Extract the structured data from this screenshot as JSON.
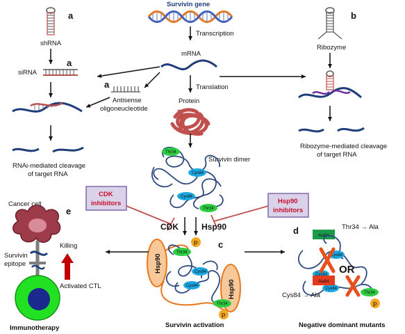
{
  "gene": {
    "title": "Survivin gene"
  },
  "center": {
    "transcription": "Transcription",
    "mrna": "mRNA",
    "translation": "Translation",
    "protein": "Protein",
    "dimer": "Survivin dimer",
    "activation": "Survivin activation",
    "cdk": "CDK",
    "hsp90": "Hsp90"
  },
  "rnai": {
    "letter_shrna": "a",
    "letter_sirna": "a",
    "letter_antisense": "a",
    "shrna": "shRNA",
    "sirna": "siRNA",
    "antisense_line1": "Antisense",
    "antisense_line2": "oligoneucleotide",
    "cleavage_line1": "RNAi-mediated cleavage",
    "cleavage_line2": "of target RNA"
  },
  "ribozyme": {
    "letter": "b",
    "label": "Ribozyme",
    "cleavage_line1": "Ribozyme-mediated cleavage",
    "cleavage_line2": "of target RNA"
  },
  "inhibitors": {
    "cdk_line1": "CDK",
    "cdk_line2": "inhibitors",
    "hsp90_line1": "Hsp90",
    "hsp90_line2": "inhibitors"
  },
  "labels": {
    "thr34": "Thr34",
    "cys84": "Cys84",
    "ala84": "Ala84",
    "hsp90": "Hsp90",
    "p": "p"
  },
  "activation": {
    "letter": "c"
  },
  "mutants": {
    "letter": "d",
    "thr": "Thr34 → Ala",
    "or": "OR",
    "cys": "Cys84 → Ala",
    "title": "Negative dominant mutants"
  },
  "immuno": {
    "letter": "e",
    "cancer_cell": "Cancer cell",
    "epitope_line1": "Survivin",
    "epitope_line2": "epitope",
    "killing": "Killing",
    "ctl": "Activated CTL",
    "title": "Immunotherapy"
  }
}
